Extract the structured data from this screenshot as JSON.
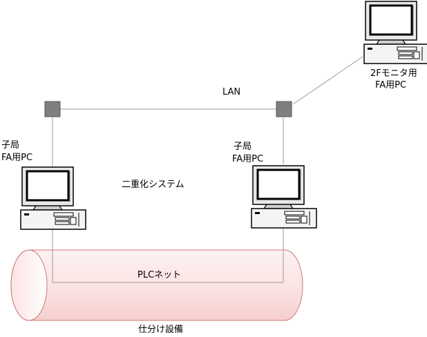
{
  "labels": {
    "lan": "LAN",
    "monitor_line1": "2Fモニタ用",
    "monitor_line2": "FA用PC",
    "left_line1": "子局",
    "left_line2": "FA用PC",
    "right_line1": "子局",
    "right_line2": "FA用PC",
    "redundant": "二重化システム",
    "plc_net": "PLCネット",
    "equipment": "仕分け設備"
  },
  "colors": {
    "hub_fill": "#7f7f7f",
    "line": "#999999",
    "pipe_outline": "#cc7777",
    "pipe_fill": "#fbe7e7",
    "screen": "#ffffff",
    "pc_outline": "#000000"
  },
  "icons": [
    "hub-icon",
    "computer-icon"
  ]
}
